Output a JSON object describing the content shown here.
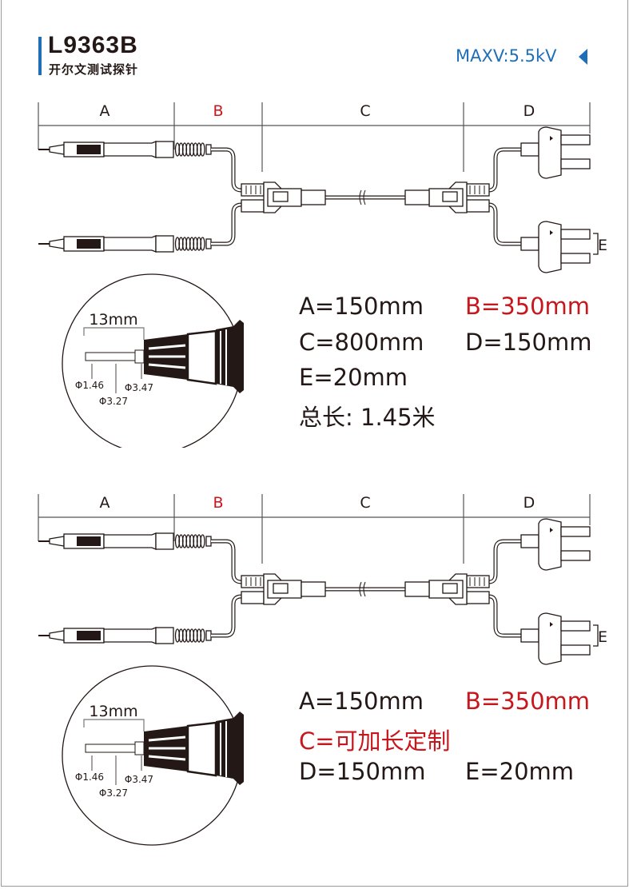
{
  "header": {
    "model": "L9363B",
    "subtitle": "开尔文测试探针",
    "max_voltage": "MAXV:5.5kV",
    "brand_color": "#1f6fb8",
    "arrow_icon": "triangle-left"
  },
  "colors": {
    "text": "#231815",
    "highlight": "#c8161d",
    "accent": "#1f6fb8"
  },
  "diagrams": [
    {
      "dimension_labels": {
        "a": "A",
        "b": "B",
        "c": "C",
        "d": "D",
        "e": "E"
      },
      "detail": {
        "length": "13mm",
        "d1": "Φ1.46",
        "d2": "Φ3.27",
        "d3": "Φ3.47"
      },
      "specs": {
        "a": "A=150mm",
        "b": "B=350mm",
        "c": "C=800mm",
        "d": "D=150mm",
        "e": "E=20mm",
        "total": "总长: 1.45米"
      }
    },
    {
      "dimension_labels": {
        "a": "A",
        "b": "B",
        "c": "C",
        "d": "D",
        "e": "E"
      },
      "detail": {
        "length": "13mm",
        "d1": "Φ1.46",
        "d2": "Φ3.27",
        "d3": "Φ3.47"
      },
      "specs": {
        "a": "A=150mm",
        "b": "B=350mm",
        "c": "C=可加长定制",
        "d": "D=150mm",
        "e": "E=20mm"
      }
    }
  ]
}
